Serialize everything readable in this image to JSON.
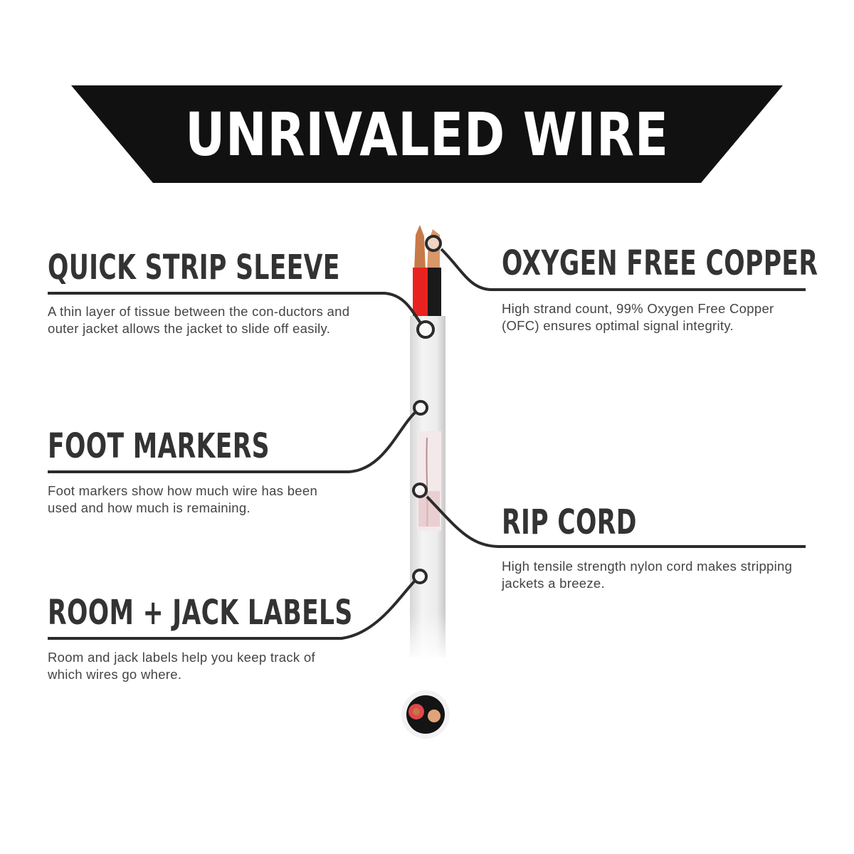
{
  "banner": {
    "title": "UNRIVALED WIRE",
    "bg_color": "#111111",
    "text_color": "#ffffff"
  },
  "features": {
    "quick_strip": {
      "heading": "QUICK STRIP SLEEVE",
      "description": "A thin layer of tissue between the con-ductors and outer jacket allows the jacket to slide off easily."
    },
    "oxygen_free": {
      "heading": "OXYGEN FREE COPPER",
      "description": "High strand count, 99% Oxygen Free Copper (OFC) ensures optimal signal integrity."
    },
    "foot_markers": {
      "heading": "FOOT MARKERS",
      "description": "Foot markers show how much wire has been used and how much is remaining."
    },
    "rip_cord": {
      "heading": "RIP CORD",
      "description": "High tensile strength nylon cord makes stripping jackets a breeze."
    },
    "room_jack": {
      "heading": "ROOM + JACK LABELS",
      "description": "Room and jack labels help you keep track of which wires go where."
    }
  },
  "colors": {
    "heading": "#333333",
    "leader_line": "#2b2b2b",
    "red_conductor": "#e8231f",
    "black_conductor": "#1a1a1a",
    "copper": "#d08a5a",
    "jacket": "#eeeeee"
  }
}
